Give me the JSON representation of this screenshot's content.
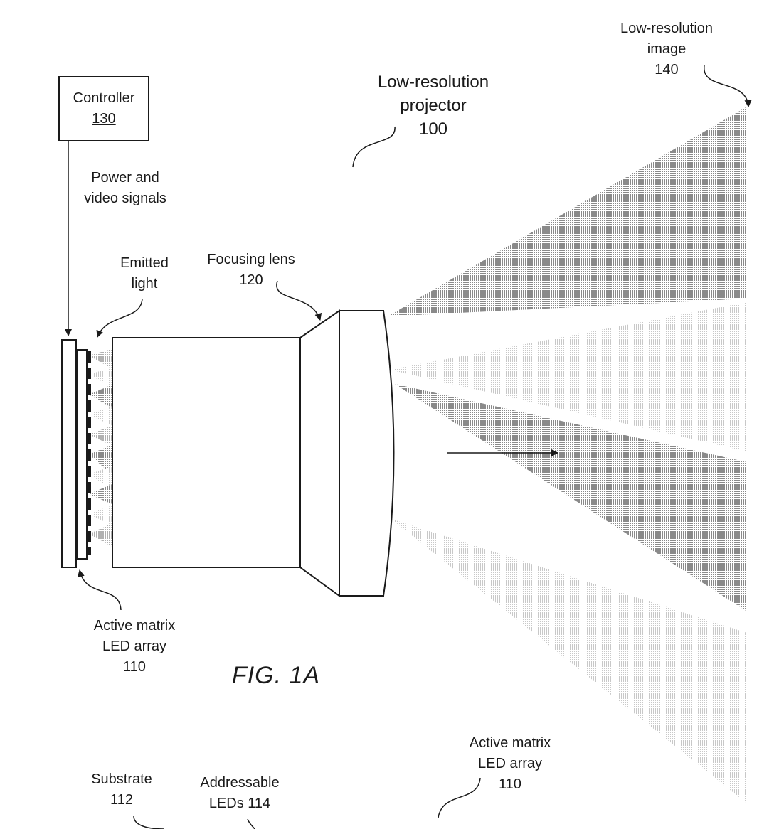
{
  "figure_label": "FIG. 1A",
  "controller": {
    "name": "Controller",
    "ref": "130"
  },
  "signals": {
    "line1": "Power and",
    "line2": "video signals"
  },
  "emitted_light": {
    "line1": "Emitted",
    "line2": "light"
  },
  "focusing_lens": {
    "name": "Focusing lens",
    "ref": "120"
  },
  "projector": {
    "line1": "Low-resolution",
    "line2": "projector",
    "ref": "100"
  },
  "image": {
    "line1": "Low-resolution",
    "line2": "image",
    "ref": "140"
  },
  "led_array": {
    "line1": "Active matrix",
    "line2": "LED array",
    "ref": "110"
  },
  "led_array_2": {
    "line1": "Active matrix",
    "line2": "LED array",
    "ref": "110"
  },
  "substrate": {
    "name": "Substrate",
    "ref": "112"
  },
  "addressable_leds": {
    "line1": "Addressable",
    "line2": "LEDs 114"
  }
}
